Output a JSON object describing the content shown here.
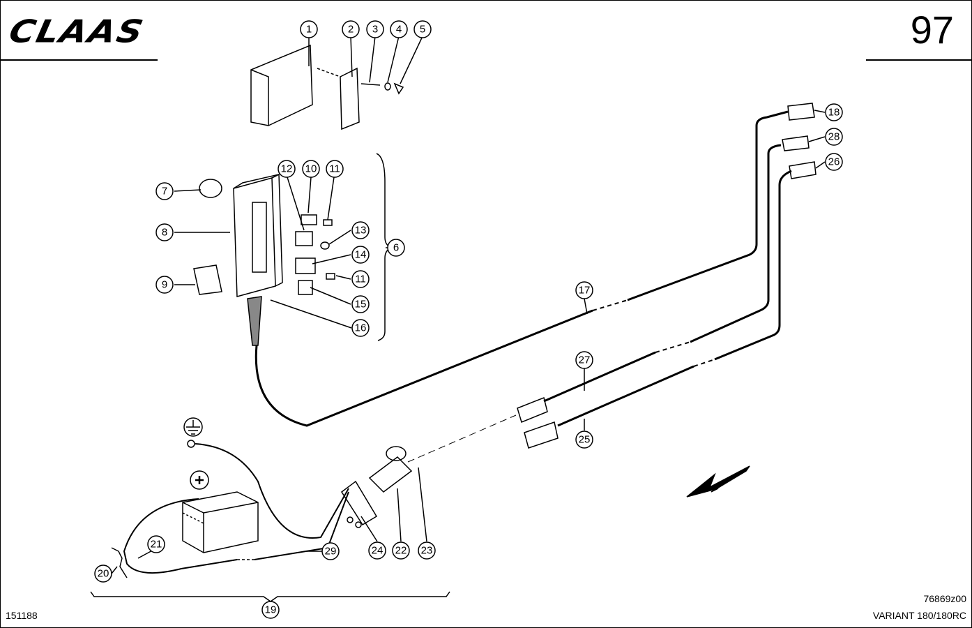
{
  "header": {
    "brand": "CLAAS",
    "page_number": "97"
  },
  "footer": {
    "sheet_id": "151188",
    "drawing_number": "76869z00",
    "model": "VARIANT 180/180RC"
  },
  "callouts": [
    "1",
    "2",
    "3",
    "4",
    "5",
    "6",
    "7",
    "8",
    "9",
    "10",
    "11",
    "11",
    "12",
    "13",
    "14",
    "15",
    "16",
    "17",
    "18",
    "19",
    "20",
    "21",
    "22",
    "23",
    "24",
    "25",
    "26",
    "27",
    "28",
    "29"
  ]
}
